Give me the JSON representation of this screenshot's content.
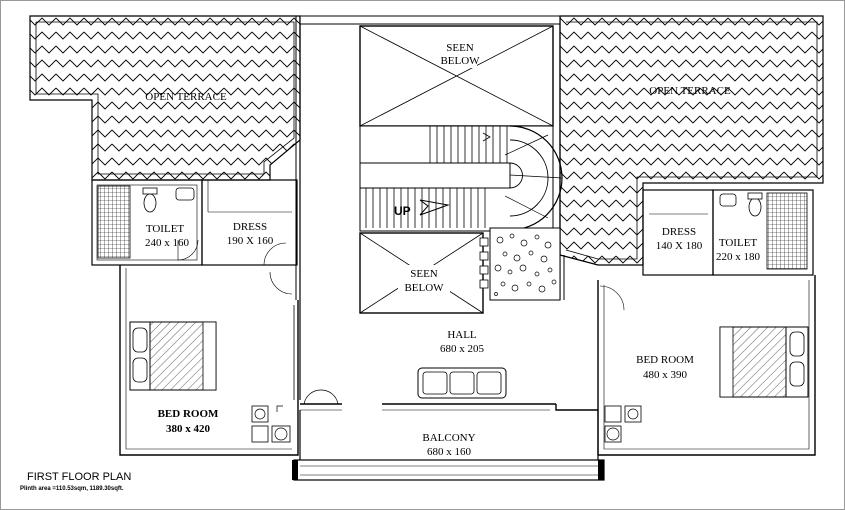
{
  "title": "FIRST FLOOR PLAN",
  "subtitle": "Plinth area =110.53sqm, 1189.30sqft.",
  "stair_label": "UP",
  "rooms": {
    "terrace_left": {
      "name": "OPEN TERRACE"
    },
    "terrace_right": {
      "name": "OPEN TERRACE"
    },
    "seen_below_top": {
      "line1": "SEEN",
      "line2": "BELOW"
    },
    "seen_below_bottom": {
      "line1": "SEEN",
      "line2": "BELOW"
    },
    "toilet_left": {
      "name": "TOILET",
      "size": "240 x 160"
    },
    "dress_left": {
      "name": "DRESS",
      "size": "190 X 160"
    },
    "dress_right": {
      "name": "DRESS",
      "size": "140 X 180"
    },
    "toilet_right": {
      "name": "TOILET",
      "size": "220 x 180"
    },
    "hall": {
      "name": "HALL",
      "size": "680 x 205"
    },
    "bedroom_left": {
      "name": "BED ROOM",
      "size": "380 x 420"
    },
    "bedroom_right": {
      "name": "BED ROOM",
      "size": "480 x 390"
    },
    "balcony": {
      "name": "BALCONY",
      "size": "680 x 160"
    }
  }
}
